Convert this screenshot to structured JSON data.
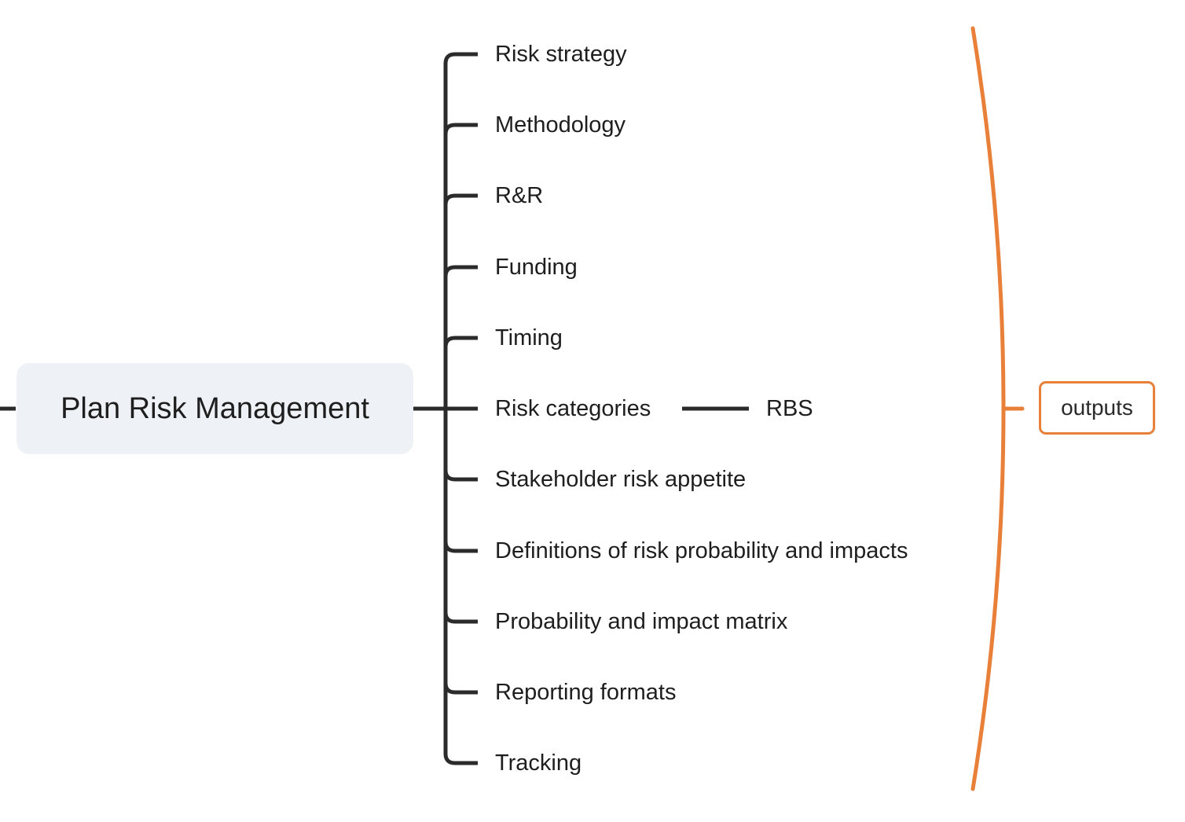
{
  "colors": {
    "connector": "#2b2b2b",
    "summary_accent": "#e8803a",
    "root_fill": "#eef2f6"
  },
  "root": {
    "label": "Plan Risk Management"
  },
  "branches": [
    {
      "label": "Risk strategy"
    },
    {
      "label": "Methodology"
    },
    {
      "label": "R&R"
    },
    {
      "label": "Funding"
    },
    {
      "label": "Timing"
    },
    {
      "label": "Risk categories",
      "child": {
        "label": "RBS"
      }
    },
    {
      "label": "Stakeholder risk appetite"
    },
    {
      "label": "Definitions of risk probability and impacts"
    },
    {
      "label": "Probability and impact matrix"
    },
    {
      "label": "Reporting formats"
    },
    {
      "label": "Tracking"
    }
  ],
  "summary": {
    "label": "outputs"
  }
}
